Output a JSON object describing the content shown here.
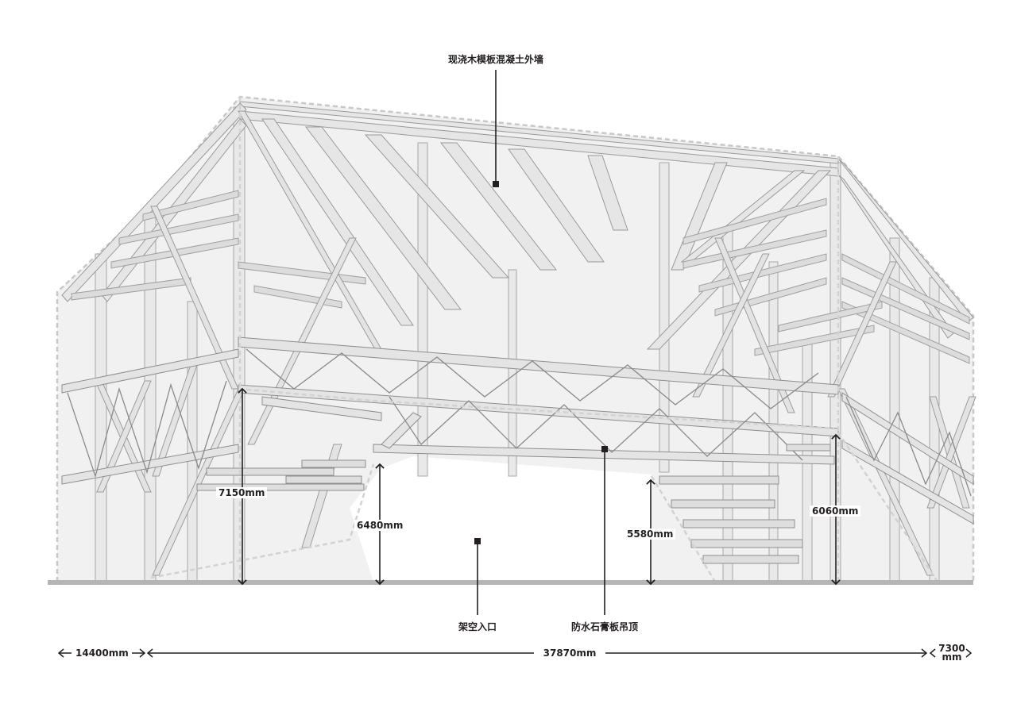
{
  "diagram": {
    "type": "architectural-section-elevation",
    "colors": {
      "background": "#ffffff",
      "structure_fill": "#ececec",
      "structure_stroke": "#9a9a9a",
      "dashed_outline": "#c8c8c8",
      "ground": "#b5b5b5",
      "ink": "#231f20"
    },
    "callouts": {
      "top_wall": "现浇木模板混凝土外墙",
      "entrance": "架空入口",
      "ceiling": "防水石膏板吊顶"
    },
    "heights": {
      "left_column": "7150mm",
      "left_opening": "6480mm",
      "right_opening": "5580mm",
      "right_column": "6060mm"
    },
    "spans": {
      "left": "14400mm",
      "middle": "37870mm",
      "right_value": "7300",
      "right_unit": "mm"
    }
  }
}
